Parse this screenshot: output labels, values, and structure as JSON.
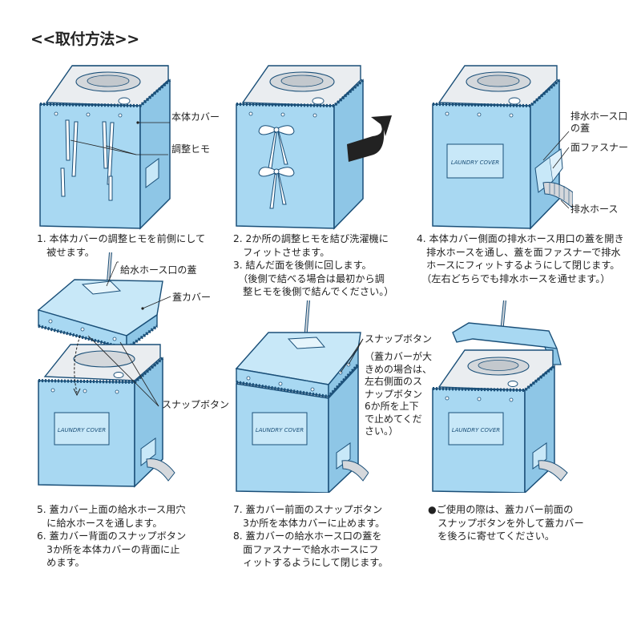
{
  "title": "<<取付方法>>",
  "colors": {
    "cover": "#a8d8f2",
    "cover_shade": "#8ec6e6",
    "outline": "#1a4f78",
    "machine": "#eaedf0",
    "hose": "#d5d8dc",
    "arrow": "#222222"
  },
  "logo_text": "LAUNDRY COVER",
  "steps": [
    {
      "labels": {
        "cover": "本体カバー",
        "string": "調整ヒモ"
      },
      "caption": [
        "1. 本体カバーの調整ヒモを前側にして",
        "　被せます。"
      ]
    },
    {
      "caption": [
        "2. 2か所の調整ヒモを結び洗濯機に",
        "　フィットさせます。",
        "3. 結んだ面を後側に回します。",
        "　（後側で結べる場合は最初から調",
        "　整ヒモを後側で結んでください。）"
      ]
    },
    {
      "labels": {
        "drain_lid_1": "排水ホース口",
        "drain_lid_2": "の蓋",
        "fastener": "面ファスナー",
        "drain_hose": "排水ホース"
      },
      "caption": [
        "4. 本体カバー側面の排水ホース用口の蓋を開き",
        "　排水ホースを通し、蓋を面ファスナーで排水",
        "　ホースにフィットするようにして閉じます。",
        "　（左右どちらでも排水ホースを通せます。）"
      ]
    },
    {
      "labels": {
        "supply_lid": "給水ホース口の蓋",
        "lid_cover": "蓋カバー",
        "snap": "スナップボタン"
      },
      "caption": [
        "5. 蓋カバー上面の給水ホース用穴",
        "　に給水ホースを通します。",
        "6. 蓋カバー背面のスナップボタン",
        "　3か所を本体カバーの背面に止",
        "　めます。"
      ]
    },
    {
      "labels": {
        "snap": "スナップボタン"
      },
      "note": [
        "（蓋カバーが大",
        "きめの場合は、",
        "左右側面のス",
        "ナップボタン",
        "6か所を上下",
        "で止めてくだ",
        "さい。）"
      ],
      "caption": [
        "7. 蓋カバー前面のスナップボタン",
        "　3か所を本体カバーに止めます。",
        "8. 蓋カバーの給水ホース口の蓋を",
        "　面ファスナーで給水ホースにフ",
        "　ィットするようにして閉じます。"
      ]
    },
    {
      "caption": [
        "●ご使用の際は、蓋カバー前面の",
        "　スナップボタンを外して蓋カバー",
        "　を後ろに寄せてください。"
      ]
    }
  ]
}
